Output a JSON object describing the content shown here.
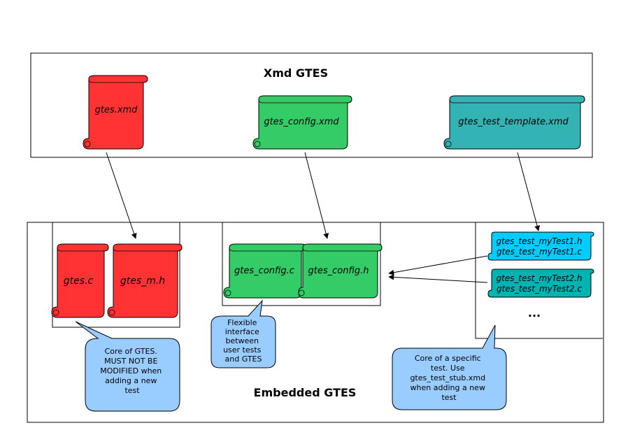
{
  "xmd_section": {
    "title": "Xmd GTES"
  },
  "embedded_section": {
    "title": "Embedded GTES"
  },
  "files": {
    "gtes_xmd": "gtes.xmd",
    "gtes_config_xmd": "gtes_config.xmd",
    "gtes_test_template_xmd": "gtes_test_template.xmd",
    "gtes_c": "gtes.c",
    "gtes_m_h": "gtes_m.h",
    "gtes_config_c": "gtes_config.c",
    "gtes_config_h": "gtes_config.h",
    "test1_h": "gtes_test_myTest1.h",
    "test1_c": "gtes_test_myTest1.c",
    "test2_h": "gtes_test_myTest2.h",
    "test2_c": "gtes_test_myTest2.c",
    "more": "..."
  },
  "callouts": {
    "core": [
      "Core of GTES.",
      "MUST NOT BE",
      "MODIFIED when",
      "adding a new",
      "test"
    ],
    "flexible": [
      "Flexible",
      "interface",
      "between",
      "user tests",
      "and GTES"
    ],
    "specific": [
      "Core of a specific",
      "test. Use",
      "gtes_test_stub.xmd",
      "when adding a new",
      "test"
    ]
  },
  "colors": {
    "red": "#ff3333",
    "green": "#33cc66",
    "teal": "#33b3b3",
    "cyan": "#00ccff",
    "callout": "#99ccff",
    "border": "#000000"
  }
}
